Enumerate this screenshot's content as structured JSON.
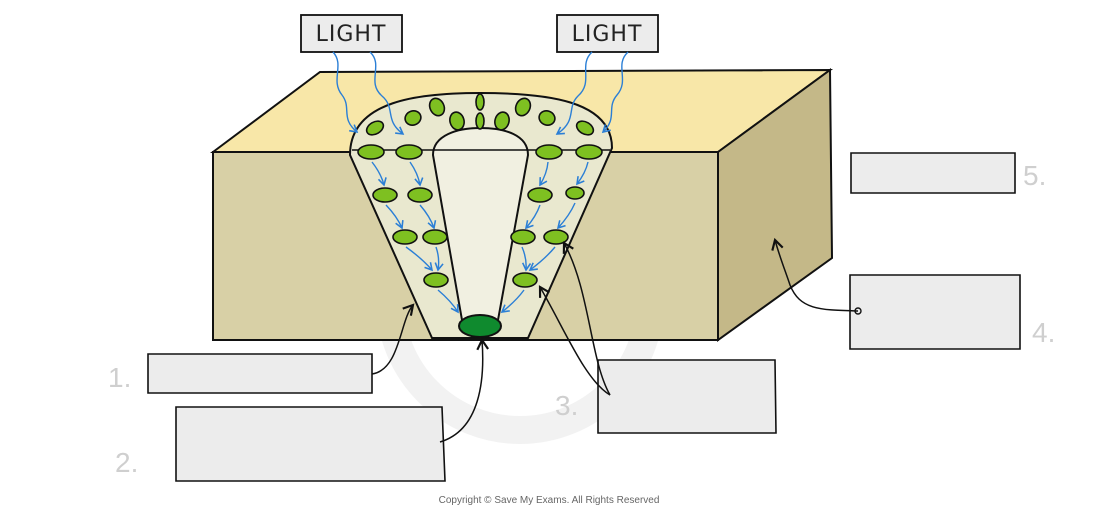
{
  "diagram": {
    "light_labels": [
      "LIGHT",
      "LIGHT"
    ],
    "number_labels": [
      "1.",
      "2.",
      "3.",
      "4.",
      "5."
    ],
    "copyright": "Copyright © Save My Exams. All Rights Reserved"
  },
  "colors": {
    "block_front": "#d8d0a6",
    "block_top": "#f8e7a8",
    "block_side": "#c4b888",
    "tissue_fill": "#e9e8cf",
    "inner_fill": "#f1f0e1",
    "chloroplast": "#7ec021",
    "chloroplast_dark": "#0f8a2e",
    "arrow_blue": "#2b7fd6",
    "label_box": "#ececec"
  }
}
